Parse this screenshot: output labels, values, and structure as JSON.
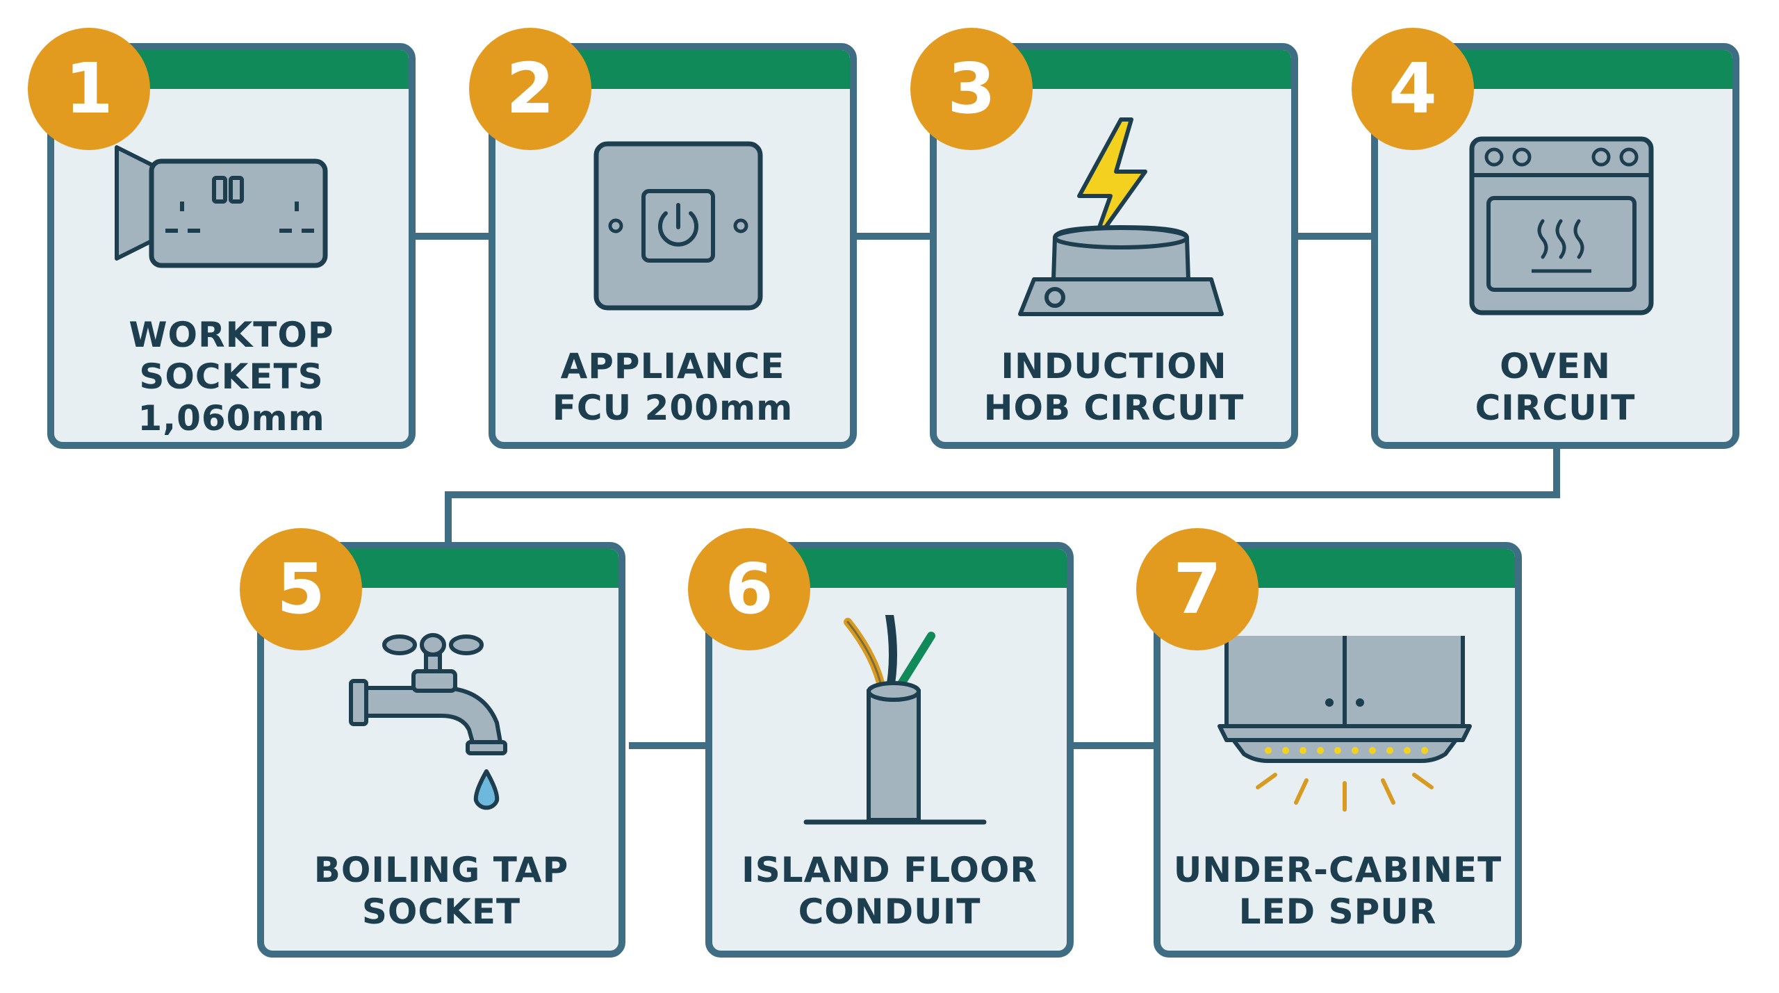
{
  "steps": [
    {
      "number": "1",
      "label_lines": [
        "WORKTOP",
        "SOCKETS",
        "1,060mm"
      ],
      "icon": "double-socket-icon"
    },
    {
      "number": "2",
      "label_lines": [
        "APPLIANCE",
        "FCU 200mm"
      ],
      "icon": "fused-connection-unit-icon"
    },
    {
      "number": "3",
      "label_lines": [
        "INDUCTION",
        "HOB CIRCUIT"
      ],
      "icon": "induction-hob-icon"
    },
    {
      "number": "4",
      "label_lines": [
        "OVEN",
        "CIRCUIT"
      ],
      "icon": "oven-icon"
    },
    {
      "number": "5",
      "label_lines": [
        "BOILING TAP",
        "SOCKET"
      ],
      "icon": "tap-icon"
    },
    {
      "number": "6",
      "label_lines": [
        "ISLAND FLOOR",
        "CONDUIT"
      ],
      "icon": "floor-conduit-icon"
    },
    {
      "number": "7",
      "label_lines": [
        "UNDER-CABINET",
        "LED SPUR"
      ],
      "icon": "under-cabinet-light-icon"
    }
  ],
  "colors": {
    "badge": "#e29b1e",
    "card_header": "#118a5a",
    "card_border": "#3e6d84",
    "card_fill": "#e8eff2",
    "text": "#1d3e4f",
    "connector": "#3e6d84"
  }
}
